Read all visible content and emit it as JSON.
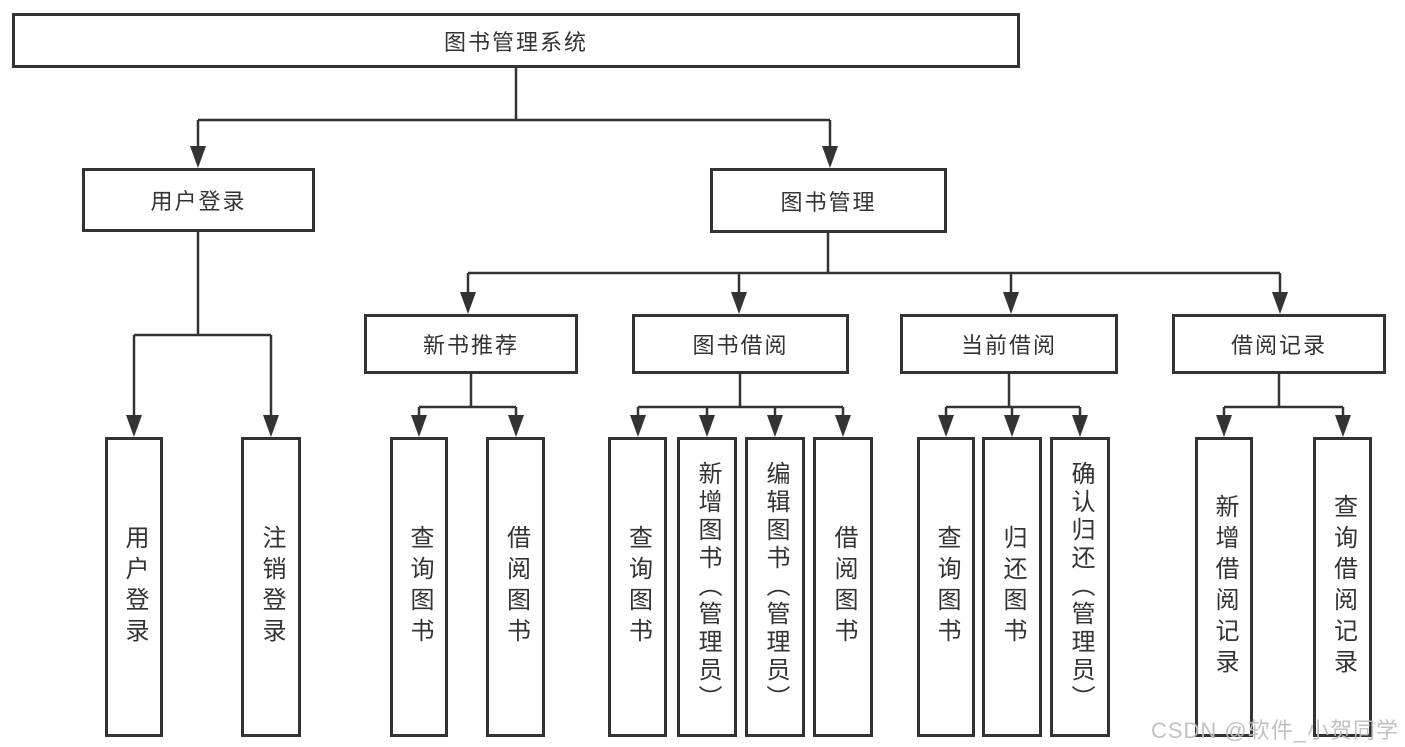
{
  "diagram": {
    "root": {
      "label": "图书管理系统"
    },
    "branches": [
      {
        "label": "用户登录",
        "children": [
          {
            "label": "用户登录"
          },
          {
            "label": "注销登录"
          }
        ]
      },
      {
        "label": "图书管理",
        "children": [
          {
            "label": "新书推荐",
            "children": [
              {
                "label": "查询图书"
              },
              {
                "label": "借阅图书"
              }
            ]
          },
          {
            "label": "图书借阅",
            "children": [
              {
                "label": "查询图书"
              },
              {
                "label": "新增图书（管理员）"
              },
              {
                "label": "编辑图书（管理员）"
              },
              {
                "label": "借阅图书"
              }
            ]
          },
          {
            "label": "当前借阅",
            "children": [
              {
                "label": "查询图书"
              },
              {
                "label": "归还图书"
              },
              {
                "label": "确认归还（管理员）"
              }
            ]
          },
          {
            "label": "借阅记录",
            "children": [
              {
                "label": "新增借阅记录"
              },
              {
                "label": "查询借阅记录"
              }
            ]
          }
        ]
      }
    ]
  },
  "watermark": {
    "text": "CSDN @软件_小贺同学"
  },
  "colors": {
    "line": "#333333",
    "box_border": "#333333",
    "text": "#333333",
    "watermark": "#bebebe",
    "background": "#ffffff"
  }
}
